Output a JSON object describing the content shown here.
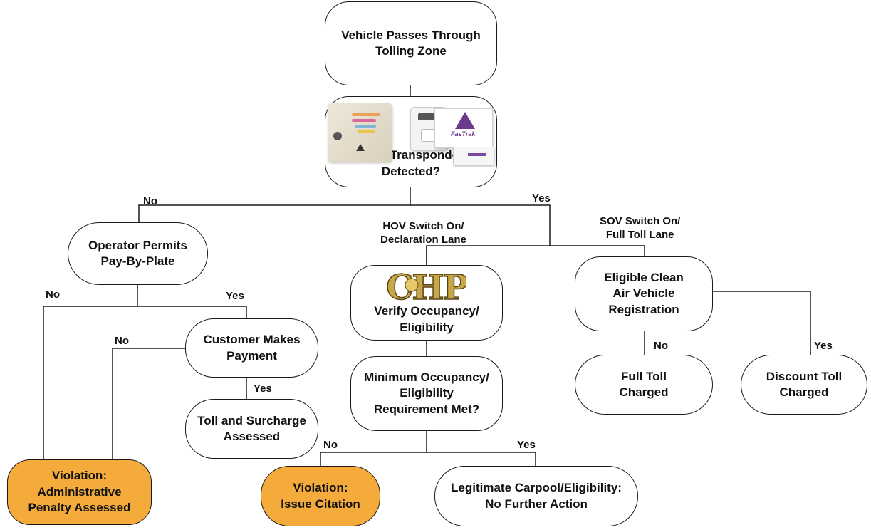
{
  "nodes": {
    "start": [
      "Vehicle Passes Through",
      "Tolling Zone"
    ],
    "transponder": [
      "Valid Transponder",
      "Detected?"
    ],
    "pay_by_plate": [
      "Operator Permits",
      "Pay-By-Plate"
    ],
    "customer_payment": [
      "Customer Makes",
      "Payment"
    ],
    "toll_surcharge": [
      "Toll and Surcharge",
      "Assessed"
    ],
    "violation_admin": [
      "Violation:",
      "Administrative",
      "Penalty Assessed"
    ],
    "verify_occupancy": [
      "Verify Occupancy/",
      "Eligibility"
    ],
    "min_occupancy": [
      "Minimum Occupancy/",
      "Eligibility",
      "Requirement Met?"
    ],
    "violation_citation": [
      "Violation:",
      "Issue Citation"
    ],
    "legitimate_carpool": [
      "Legitimate Carpool/Eligibility:",
      "No Further Action"
    ],
    "clean_air": [
      "Eligible Clean",
      "Air Vehicle",
      "Registration"
    ],
    "full_toll": [
      "Full Toll",
      "Charged"
    ],
    "discount_toll": [
      "Discount Toll",
      "Charged"
    ]
  },
  "edge_labels": {
    "transponder_no": "No",
    "transponder_yes": "Yes",
    "hov_lane": [
      "HOV Switch On/",
      "Declaration Lane"
    ],
    "sov_lane": [
      "SOV Switch On/",
      "Full Toll Lane"
    ],
    "plate_no": "No",
    "plate_yes": "Yes",
    "payment_no": "No",
    "payment_yes": "Yes",
    "occupancy_no": "No",
    "occupancy_yes": "Yes",
    "clean_air_no": "No",
    "clean_air_yes": "Yes"
  },
  "logos": {
    "chp": "CHP"
  },
  "colors": {
    "violation_fill": "#f5ab3c",
    "chp_gold": "#c9a646"
  }
}
